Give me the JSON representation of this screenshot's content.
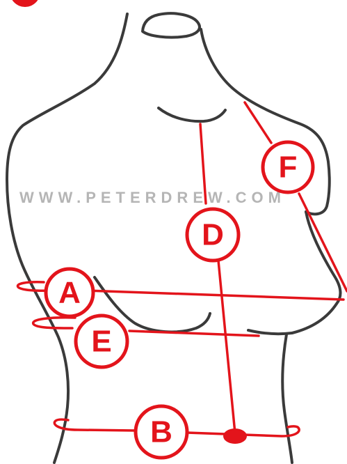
{
  "watermark": "WWW.PETERDREW.COM",
  "colors": {
    "measure": "#e3141b",
    "outline": "#3a3a3a",
    "watermark": "#b5b5b5",
    "background": "#ffffff"
  },
  "labels": {
    "A": "A",
    "B": "B",
    "D": "D",
    "E": "E",
    "F": "F"
  }
}
